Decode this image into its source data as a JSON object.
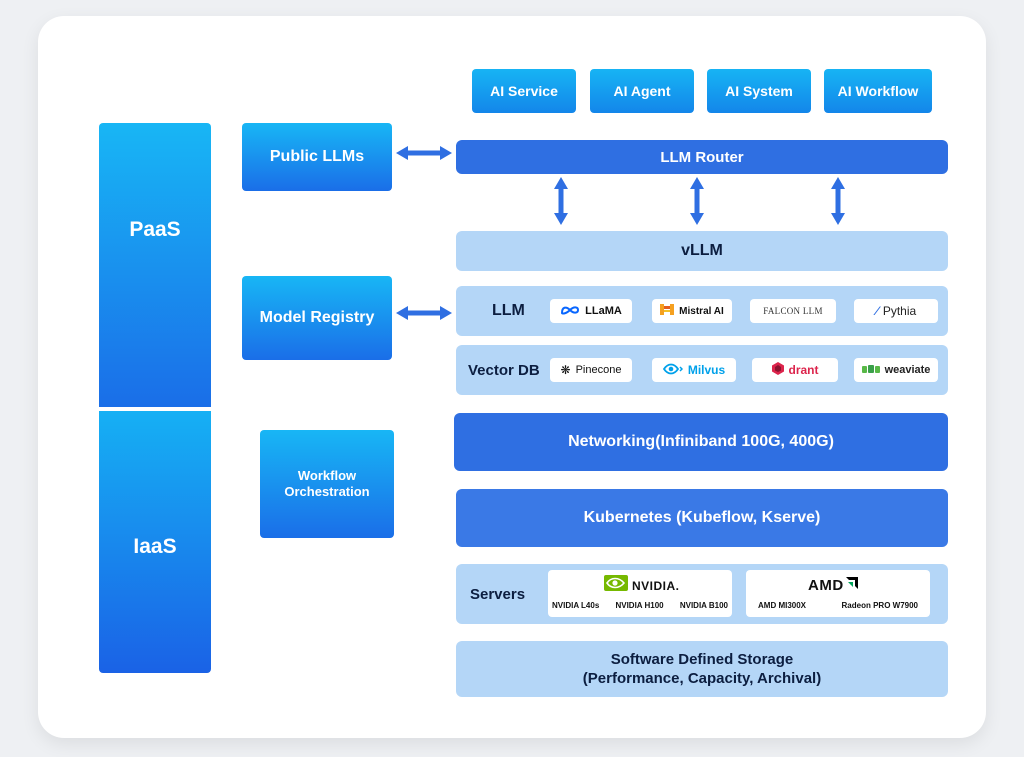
{
  "layers": {
    "paas": "PaaS",
    "iaas": "IaaS"
  },
  "side_boxes": {
    "public_llms": "Public LLMs",
    "model_registry": "Model Registry",
    "workflow_line1": "Workflow",
    "workflow_line2": "Orchestration"
  },
  "top_services": [
    "AI Service",
    "AI Agent",
    "AI System",
    "AI Workflow"
  ],
  "llm_router": "LLM Router",
  "vllm": "vLLM",
  "llm_row": {
    "label": "LLM",
    "items": [
      "LLaMA",
      "Mistral AI",
      "FALCON LLM",
      "Pythia"
    ]
  },
  "vector_db_row": {
    "label": "Vector DB",
    "items": [
      "Pinecone",
      "Milvus",
      "drant",
      "weaviate"
    ]
  },
  "networking": "Networking(Infiniband 100G, 400G)",
  "kubernetes": "Kubernetes (Kubeflow, Kserve)",
  "servers": {
    "label": "Servers",
    "nvidia": {
      "brand": "NVIDIA.",
      "models": [
        "NVIDIA L40s",
        "NVIDIA H100",
        "NVIDIA B100"
      ]
    },
    "amd": {
      "brand": "AMD",
      "models": [
        "AMD MI300X",
        "Radeon PRO W7900"
      ]
    }
  },
  "storage": {
    "line1": "Software Defined Storage",
    "line2": "(Performance, Capacity, Archival)"
  },
  "colors": {
    "brand_blue": "#2f6fe2",
    "light_blue": "#b4d6f7",
    "gradient_top": "#18b6f5",
    "gradient_bottom": "#1a6ee8",
    "nvidia_green": "#76b900",
    "mistral_orange": "#f5a020",
    "weaviate_green": "#58b847",
    "qdrant_red": "#dc244c",
    "milvus_blue": "#00a1ea"
  }
}
